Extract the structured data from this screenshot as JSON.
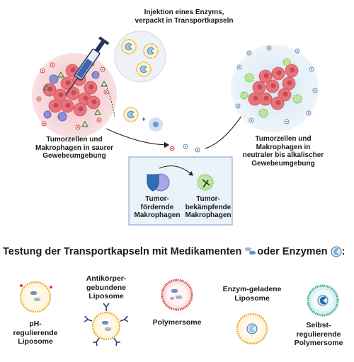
{
  "labels": {
    "injection": "Injektion eines Enzyms,\nverpackt in Transportkapseln",
    "left_env": "Tumorzellen und\nMakrophagen in saurer\nGewebeumgebung",
    "right_env": "Tumorzellen und\nMakrophagen in\nneutraler bis alkalischer\nGewebeumgebung",
    "pro_tumor": "Tumor-\nfördernde\nMakrophagen",
    "anti_tumor": "Tumor-\nbekämpfende\nMakrophagen"
  },
  "heading": {
    "part1": "Testung der Transportkapseln mit Medikamenten",
    "part2": "oder Enzymen",
    "part3": ":"
  },
  "carriers": {
    "ph": "pH-\nregulierende\nLiposome",
    "antibody": "Antikörper-\ngebundene\nLiposome",
    "polymersome": "Polymersome",
    "enzyme": "Enzym-geladene\nLiposome",
    "self": "Selbst-\nregulierende\nPolymersome"
  },
  "colors": {
    "acid_bg": "#f6d6d9",
    "neutral_bg": "#e4eff6",
    "tumor": "#e8737a",
    "protumor_macrophage": "#2d6fb8",
    "antitumor_macrophage": "#7fc95b",
    "enzyme": "#f2c230",
    "drug": "#6b8fc8"
  }
}
